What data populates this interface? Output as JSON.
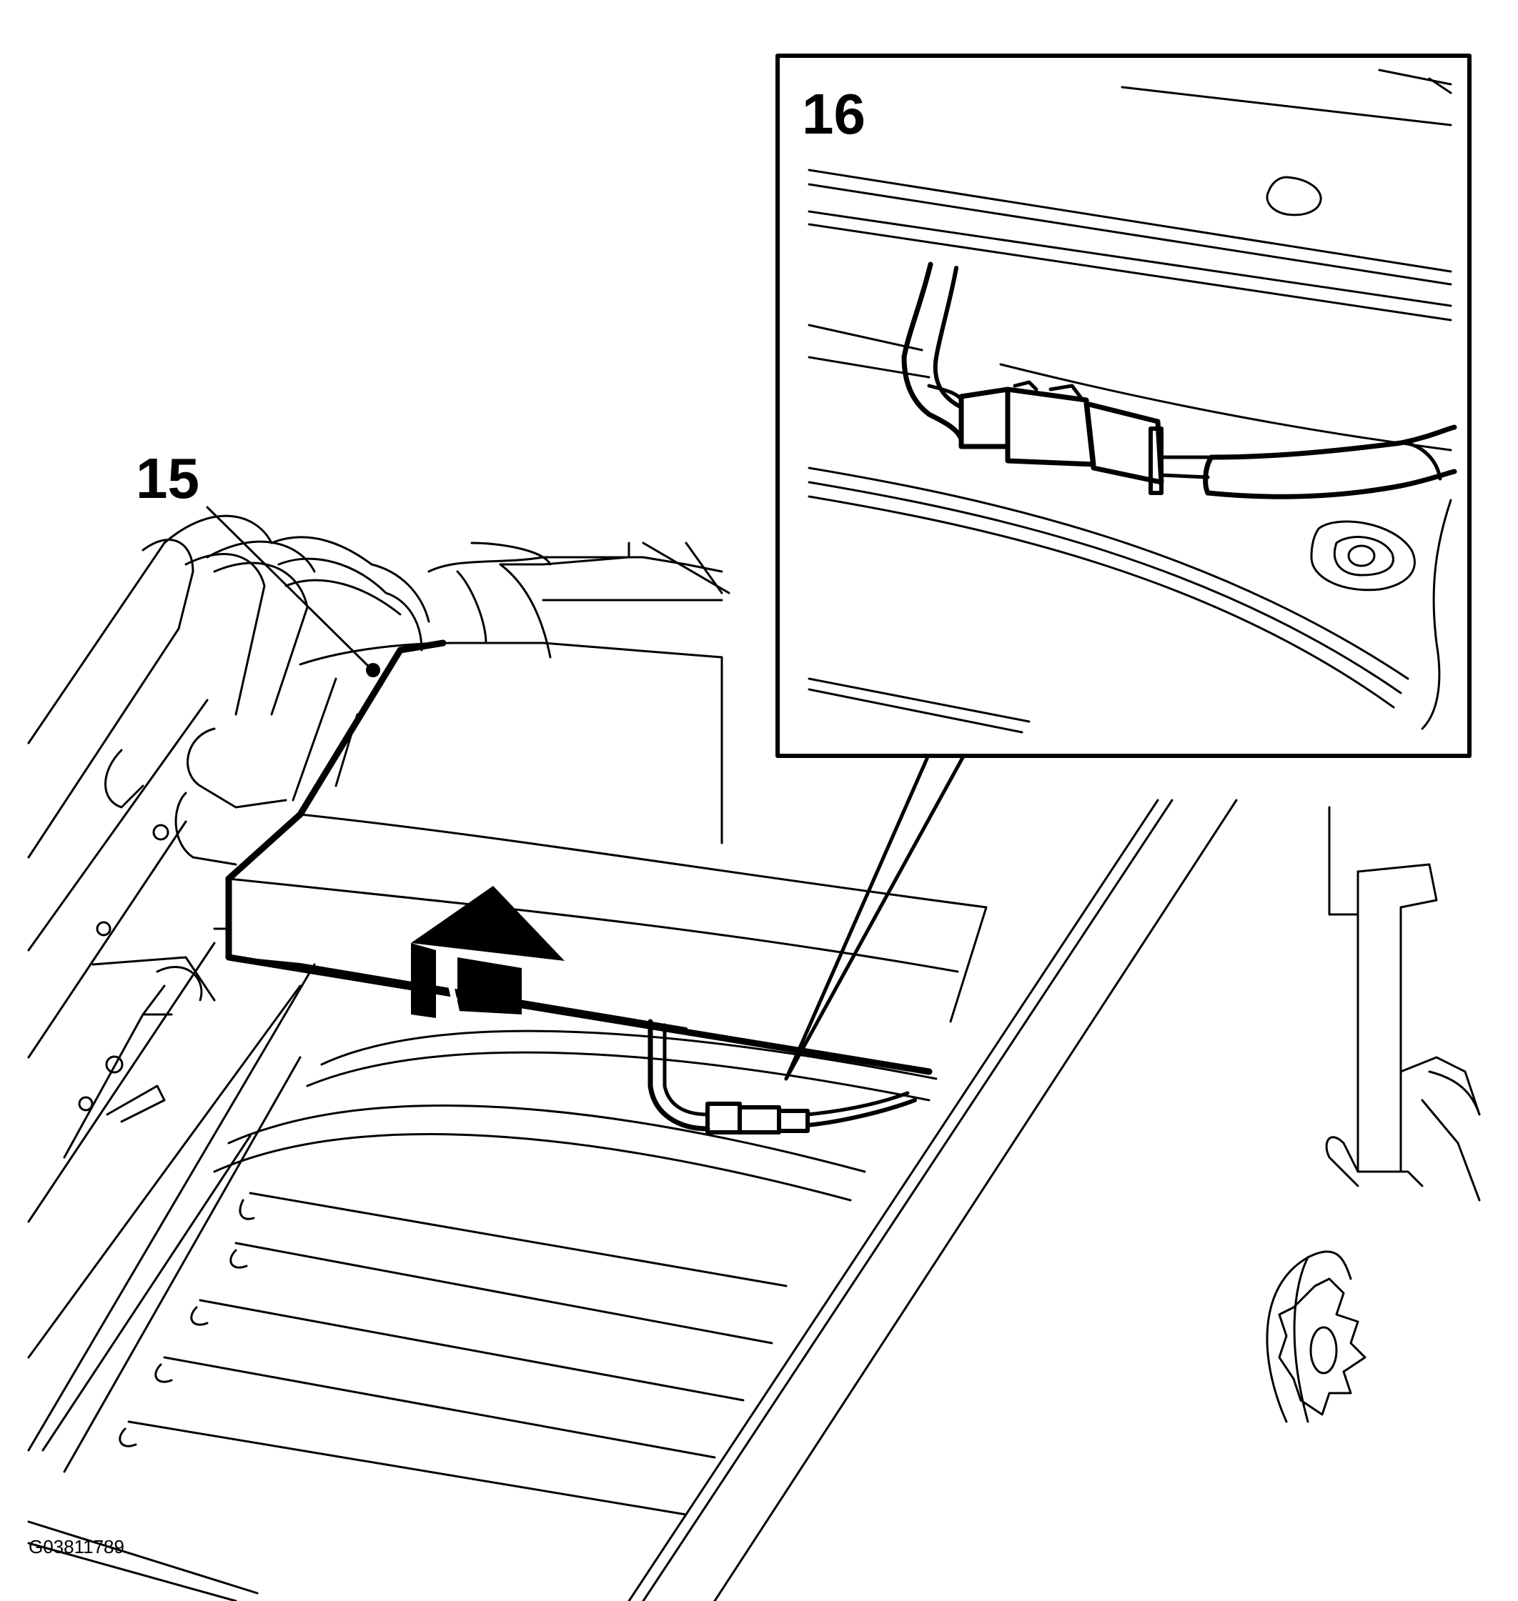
{
  "callouts": {
    "label_15": "15",
    "label_16": "16"
  },
  "figure_id": "G03811789",
  "colors": {
    "line": "#000000",
    "background": "#ffffff"
  },
  "icons": {
    "direction_arrow": "up-arrow-icon"
  }
}
